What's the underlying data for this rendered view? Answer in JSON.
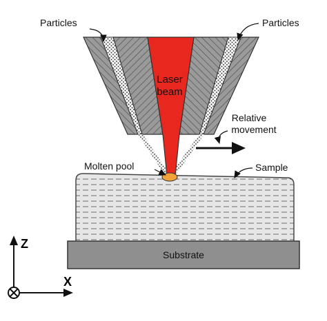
{
  "labels": {
    "particles_left": "Particles",
    "particles_right": "Particles",
    "laser_line1": "Laser",
    "laser_line2": "beam",
    "relative_line1": "Relative",
    "relative_line2": "movement",
    "molten_pool": "Molten pool",
    "sample": "Sample",
    "substrate": "Substrate",
    "axis_z": "Z",
    "axis_x": "X"
  },
  "colors": {
    "laser": "#e8271e",
    "nozzle": "#8e8e8e",
    "nozzle_hatch": "#555555",
    "powder_channel": "#f2f2f2",
    "sample": "#e6e6e6",
    "substrate": "#8f8f8f",
    "molten_pool": "#f2a33a"
  }
}
